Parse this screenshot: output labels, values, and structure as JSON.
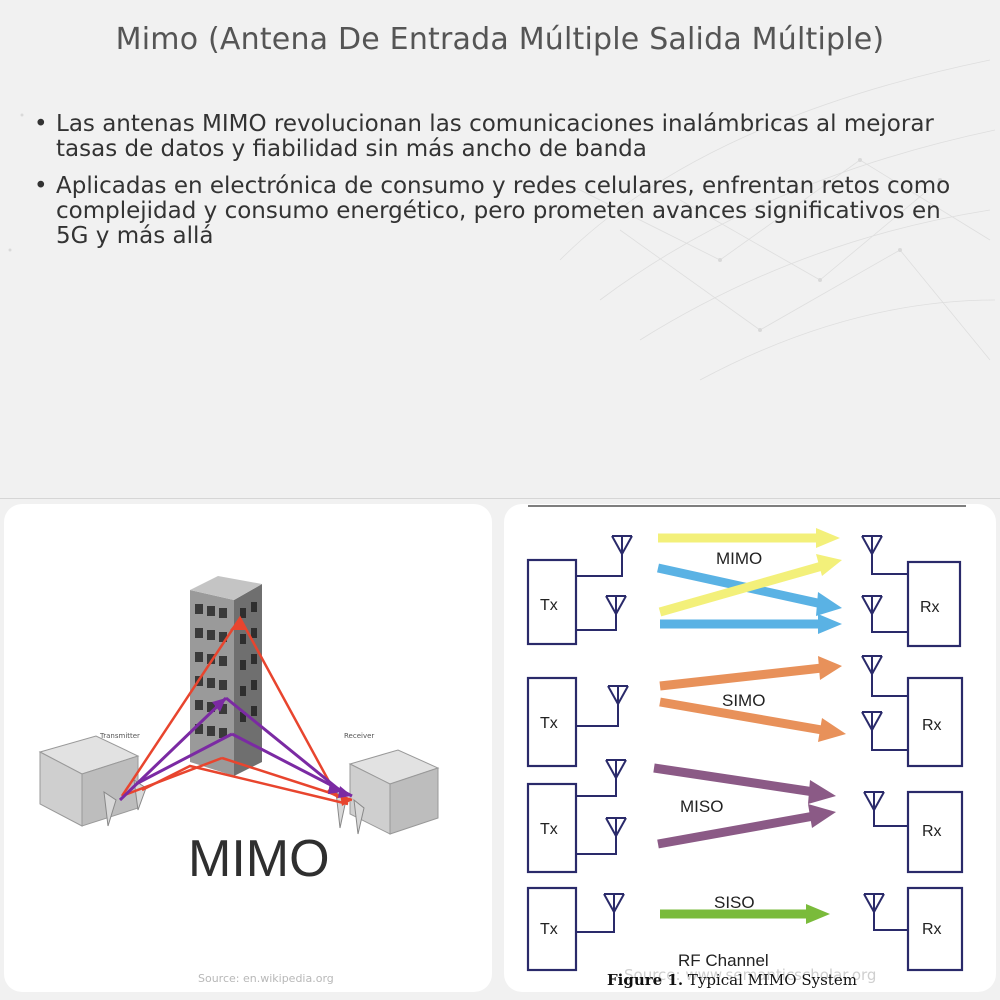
{
  "title": "Mimo (Antena De Entrada Múltiple Salida Múltiple)",
  "bullet_marker": "•",
  "bullets": [
    "Las antenas MIMO revolucionan las comunicaciones inalámbricas al mejorar tasas de datos y fiabilidad sin más ancho de banda",
    "Aplicadas en electrónica de consumo y redes celulares, enfrentan retos como complejidad y consumo energético, pero prometen avances significativos en 5G y más allá"
  ],
  "left_image": {
    "transmitter_label": "Transmitter",
    "receiver_label": "Receiver",
    "big_label": "MIMO",
    "source": "Source: en.wikipedia.org"
  },
  "right_image": {
    "tx_label": "Tx",
    "rx_label": "Rx",
    "modes": [
      "MIMO",
      "SIMO",
      "MISO",
      "SISO"
    ],
    "channel_label": "RF Channel",
    "figure_num": "Figure 1.",
    "figure_text": " Typical MIMO System",
    "source": "Source: www.semanticscholar.org"
  },
  "colors": {
    "red": "#e8452e",
    "purple": "#7b2aa3",
    "yellow": "#f3f07a",
    "blue": "#5ab2e4",
    "orange": "#e8915a",
    "mauve": "#8b5a86",
    "green": "#7abb3b",
    "navy": "#2a2a6a"
  }
}
